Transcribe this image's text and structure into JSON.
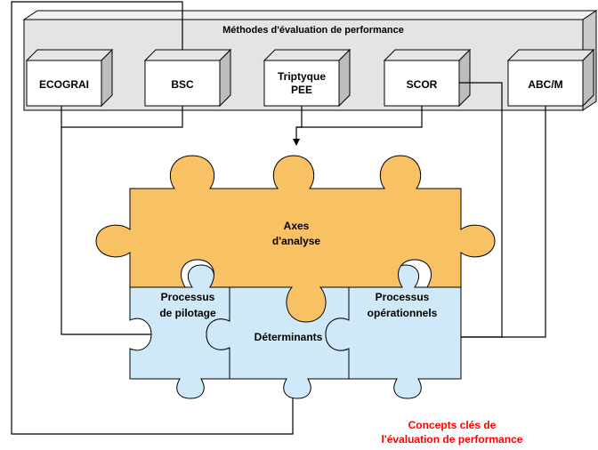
{
  "banner": {
    "title": "Méthodes d'évaluation de performance"
  },
  "methods": [
    {
      "label": "ECOGRAI"
    },
    {
      "label": "BSC"
    },
    {
      "label": "Triptyque",
      "label2": "PEE"
    },
    {
      "label": "SCOR"
    },
    {
      "label": "ABC/M"
    }
  ],
  "puzzle": {
    "top": {
      "line1": "Axes",
      "line2": "d'analyse"
    },
    "left": {
      "line1": "Processus",
      "line2": "de pilotage"
    },
    "right": {
      "line1": "Processus",
      "line2": "opérationnels"
    },
    "center": {
      "line1": "Déterminants"
    }
  },
  "caption": {
    "line1": "Concepts clés de",
    "line2": "l'évaluation de performance"
  },
  "colors": {
    "orange_piece": "#f8c264",
    "blue_piece": "#cfe9f8",
    "banner_bg": "#e4e4e4",
    "caption_red": "#ff0000"
  }
}
